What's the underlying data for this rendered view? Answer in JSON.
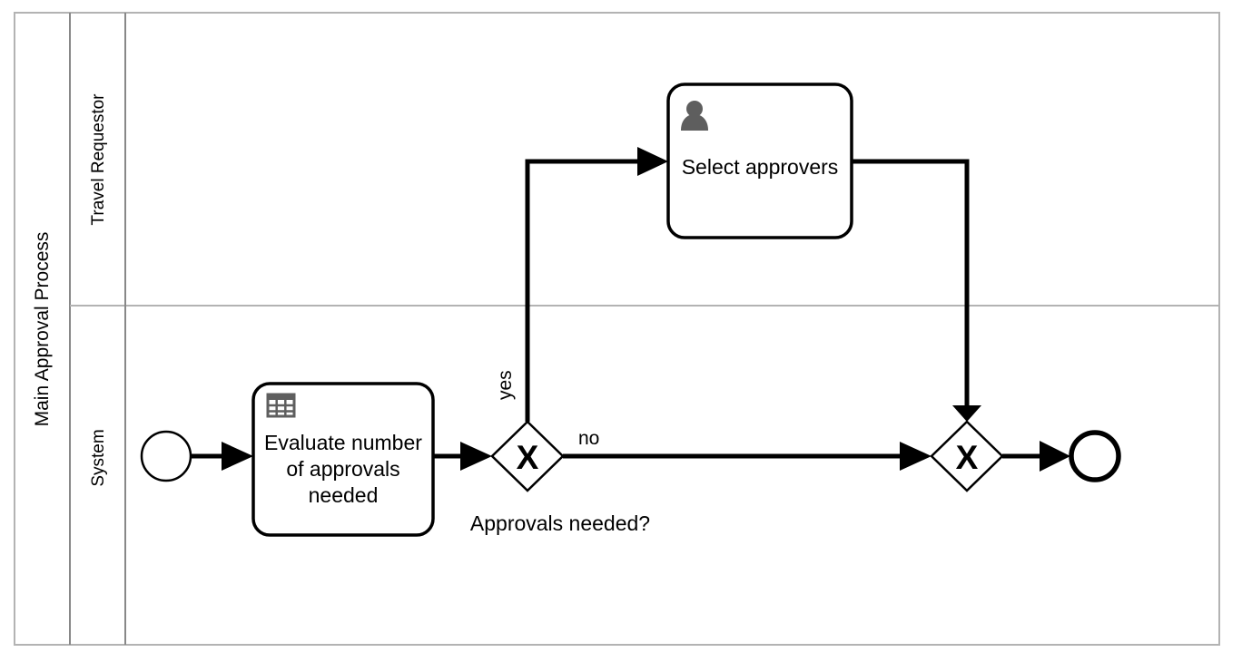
{
  "diagram": {
    "type": "bpmn-process",
    "pool": {
      "name": "Main Approval Process",
      "lanes": [
        {
          "id": "lane-travel-requestor",
          "name": "Travel Requestor"
        },
        {
          "id": "lane-system",
          "name": "System"
        }
      ]
    },
    "elements": [
      {
        "id": "start-event",
        "kind": "start-event",
        "lane": "lane-system",
        "label": ""
      },
      {
        "id": "task-evaluate",
        "kind": "business-rule-task",
        "lane": "lane-system",
        "icon": "table-grid-icon",
        "label_lines": [
          "Evaluate number",
          "of approvals",
          "needed"
        ],
        "label": "Evaluate number of approvals needed"
      },
      {
        "id": "gateway-approvals-needed",
        "kind": "exclusive-gateway",
        "lane": "lane-system",
        "marker": "X",
        "label": "Approvals needed?"
      },
      {
        "id": "task-select-approvers",
        "kind": "user-task",
        "lane": "lane-travel-requestor",
        "icon": "user-icon",
        "label_lines": [
          "Select approvers"
        ],
        "label": "Select approvers"
      },
      {
        "id": "gateway-merge",
        "kind": "exclusive-gateway",
        "lane": "lane-system",
        "marker": "X",
        "label": ""
      },
      {
        "id": "end-event",
        "kind": "end-event",
        "lane": "lane-system",
        "label": ""
      }
    ],
    "flows": [
      {
        "id": "flow-start-to-evaluate",
        "from": "start-event",
        "to": "task-evaluate",
        "label": ""
      },
      {
        "id": "flow-evaluate-to-gateway",
        "from": "task-evaluate",
        "to": "gateway-approvals-needed",
        "label": ""
      },
      {
        "id": "flow-gateway-yes",
        "from": "gateway-approvals-needed",
        "to": "task-select-approvers",
        "label": "yes"
      },
      {
        "id": "flow-gateway-no",
        "from": "gateway-approvals-needed",
        "to": "gateway-merge",
        "label": "no"
      },
      {
        "id": "flow-select-to-merge",
        "from": "task-select-approvers",
        "to": "gateway-merge",
        "label": ""
      },
      {
        "id": "flow-merge-to-end",
        "from": "gateway-merge",
        "to": "end-event",
        "label": ""
      }
    ],
    "colors": {
      "shape_stroke": "#000000",
      "shape_fill": "#ffffff",
      "pool_stroke": "#b3b3b3",
      "lane_header_stroke": "#888888",
      "icon_gray": "#5e5e5e",
      "background": "#ffffff"
    }
  }
}
